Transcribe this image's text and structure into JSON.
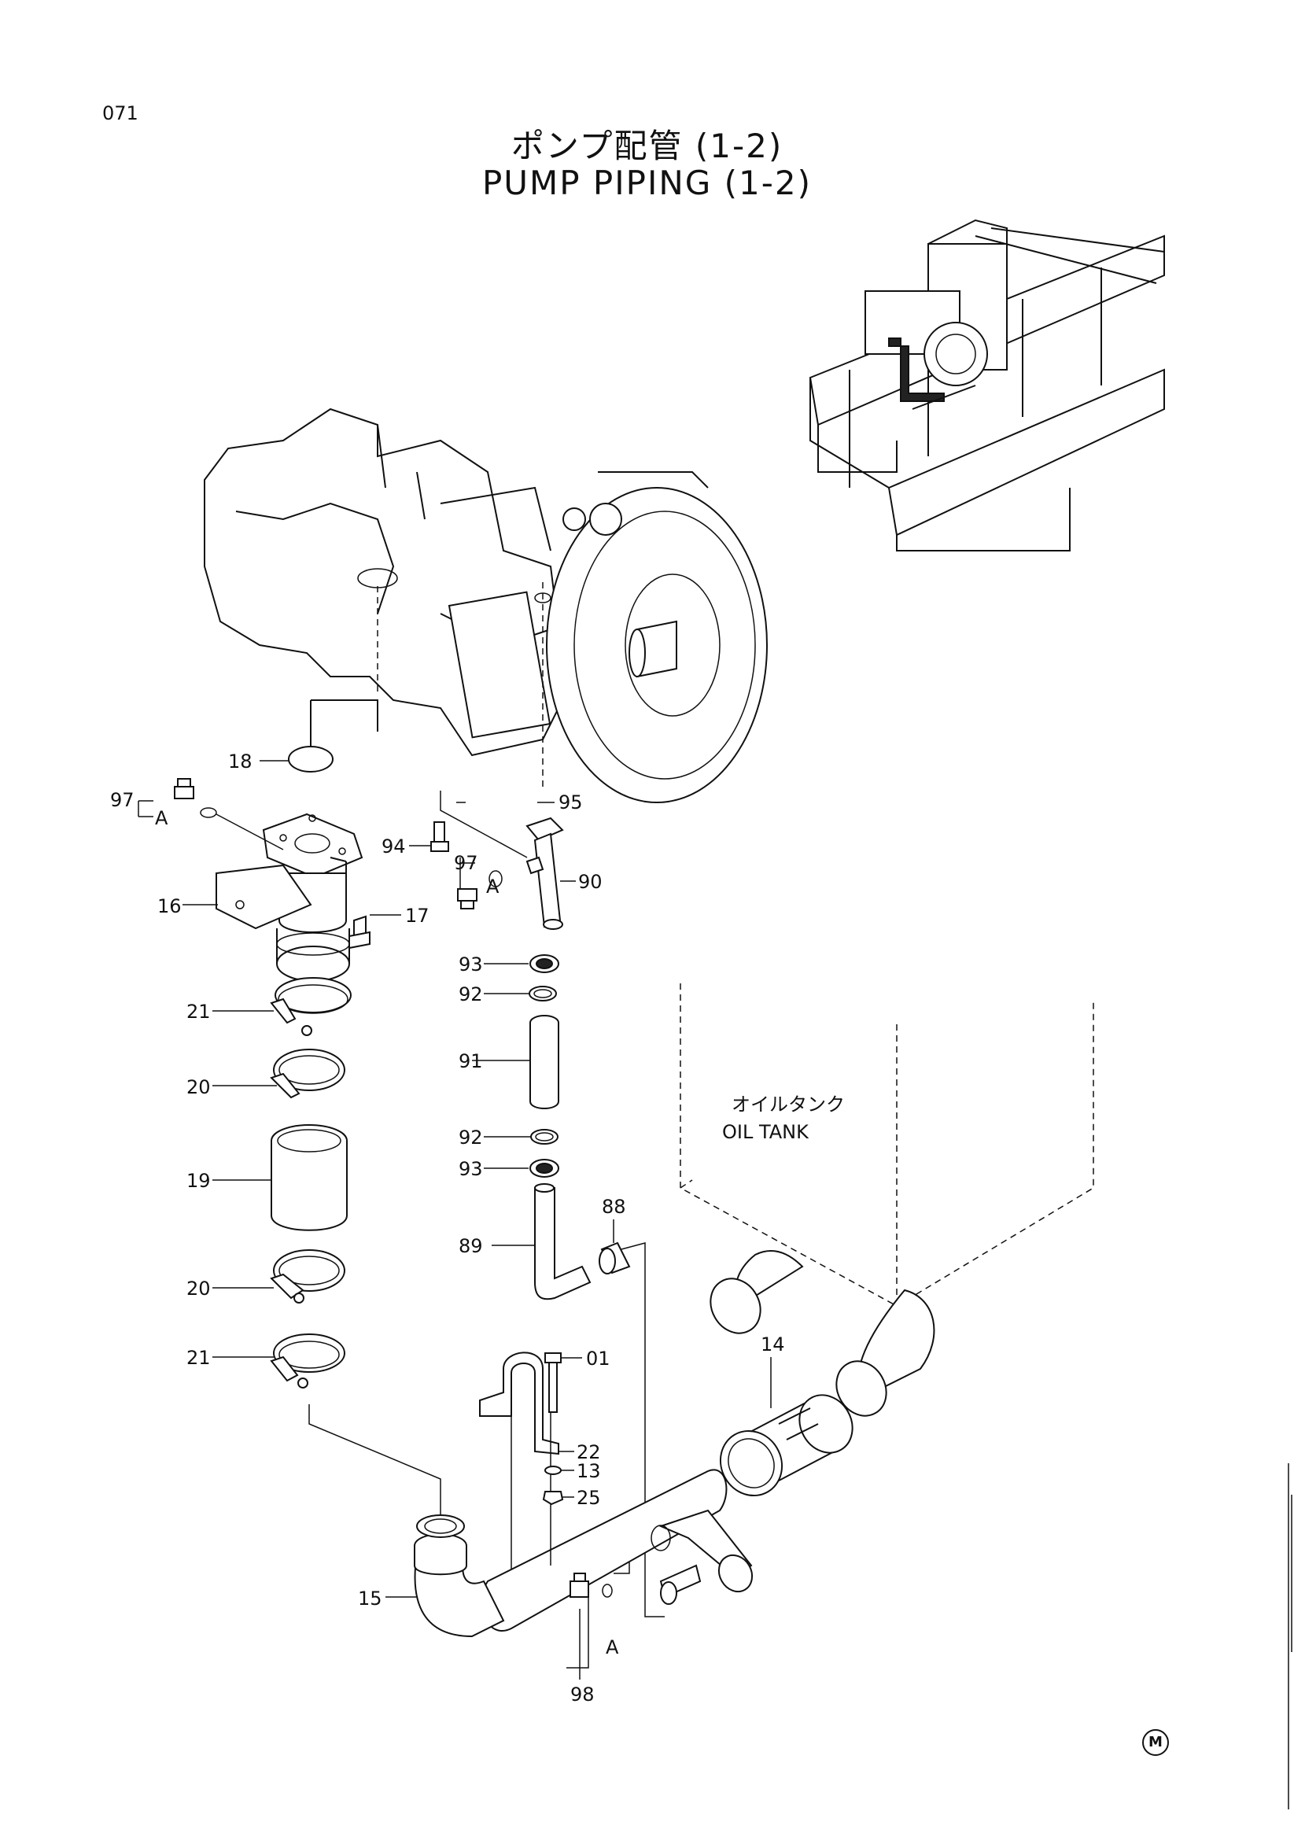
{
  "header": {
    "page_number": "071",
    "title_jp": "ポンプ配管 (1-2)",
    "title_en": "PUMP PIPING (1-2)"
  },
  "oil_tank": {
    "label_jp": "オイルタンク",
    "label_en": "OIL TANK"
  },
  "callouts": {
    "p01": "01",
    "p13": "13",
    "p14": "14",
    "p15": "15",
    "p16": "16",
    "p17": "17",
    "p18": "18",
    "p19": "19",
    "p20a": "20",
    "p20b": "20",
    "p21a": "21",
    "p21b": "21",
    "p22": "22",
    "p25": "25",
    "p88": "88",
    "p89": "89",
    "p90": "90",
    "p91": "91",
    "p92a": "92",
    "p92b": "92",
    "p93a": "93",
    "p93b": "93",
    "p94": "94",
    "p95": "95",
    "p97a": "97",
    "p97b": "97",
    "p98": "98",
    "refA1": "A",
    "refA2": "A",
    "refA3": "A"
  },
  "footer_mark": "M"
}
